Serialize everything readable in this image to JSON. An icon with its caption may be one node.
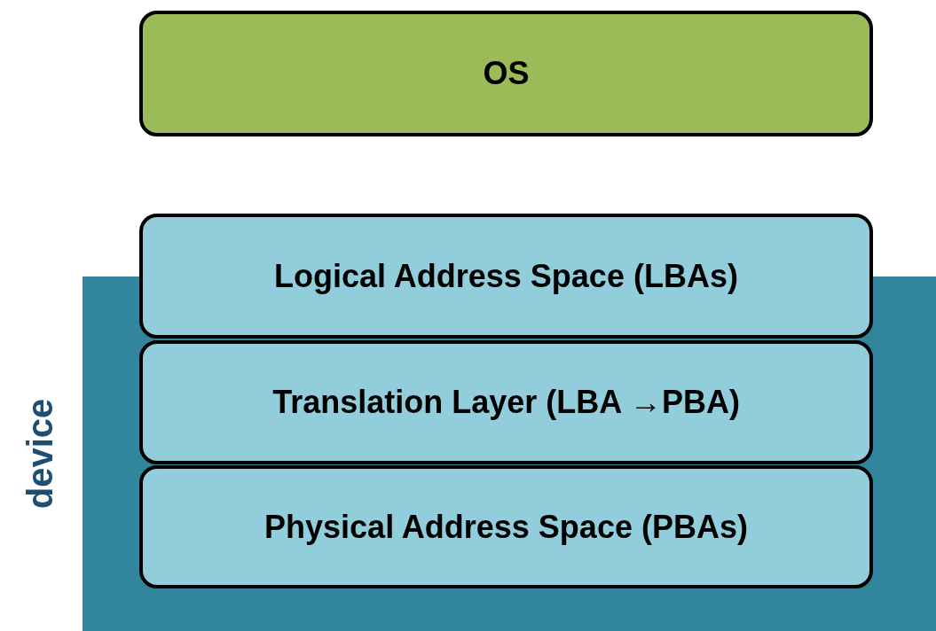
{
  "diagram": {
    "nodes": [
      {
        "text": [
          "OS"
        ]
      },
      {
        "text": [
          "device"
        ]
      },
      {
        "text": [
          "Logical Address Space (LBAs)"
        ]
      },
      {
        "text": [
          "Translation Layer (LBA →PBA)"
        ],
        "in": 1
      },
      {
        "text": [
          "Physical Address Space (PBAs)"
        ],
        "in": 1
      }
    ]
  }
}
